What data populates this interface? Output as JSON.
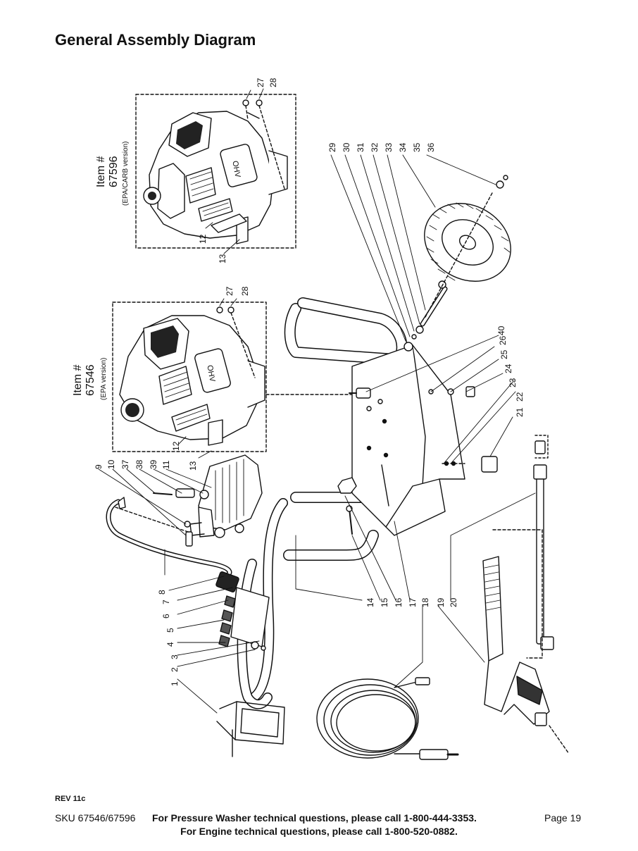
{
  "page": {
    "title": "General Assembly Diagram",
    "revision": "REV 11c",
    "sku": "SKU 67546/67596",
    "tech_line_pressure": "For Pressure Washer technical questions, please call 1-800-444-3353.",
    "tech_line_engine": "For Engine technical questions, please call 1-800-520-0882.",
    "page_number": "Page 19"
  },
  "engine_boxes": [
    {
      "label": "Item #",
      "number": "67596",
      "version": "(EPA/CARB version)",
      "brand": "OHV"
    },
    {
      "label": "Item #",
      "number": "67546",
      "version": "(EPA version)",
      "brand": "OHV"
    }
  ],
  "callouts": [
    "1",
    "2",
    "3",
    "4",
    "5",
    "6",
    "7",
    "8",
    "9",
    "10",
    "11",
    "12",
    "13",
    "14",
    "15",
    "16",
    "17",
    "18",
    "19",
    "20",
    "21",
    "22",
    "23",
    "24",
    "25",
    "26",
    "27",
    "28",
    "29",
    "30",
    "31",
    "32",
    "33",
    "34",
    "35",
    "36",
    "37",
    "38",
    "39",
    "40"
  ]
}
